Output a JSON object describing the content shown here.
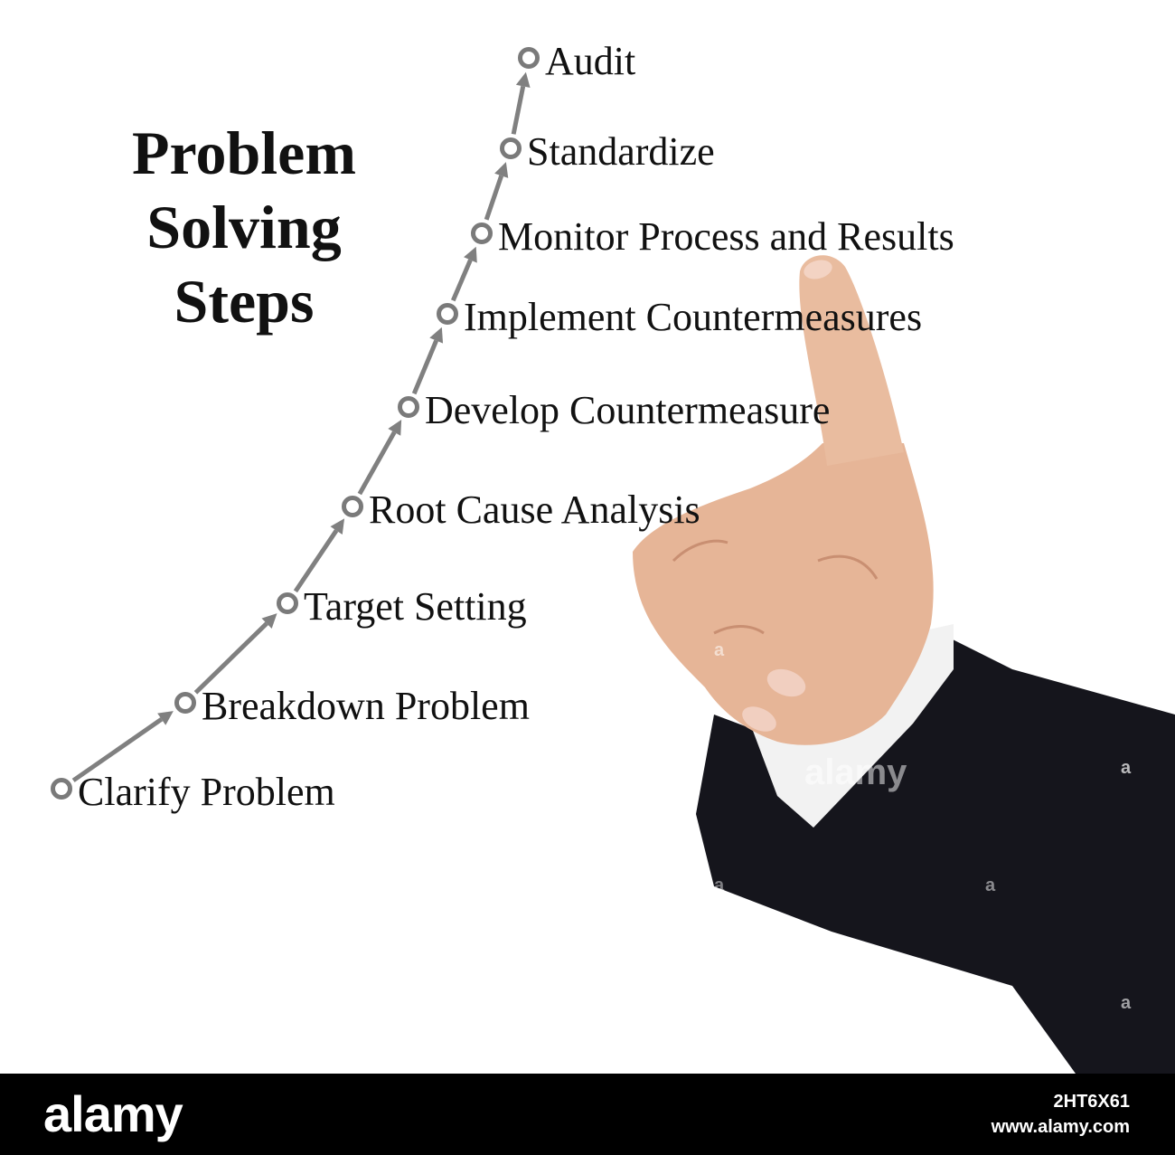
{
  "title": {
    "lines": [
      "Problem",
      "Solving",
      "Steps"
    ]
  },
  "steps": [
    {
      "label": "Clarify Problem"
    },
    {
      "label": "Breakdown Problem"
    },
    {
      "label": "Target Setting"
    },
    {
      "label": "Root Cause Analysis"
    },
    {
      "label": "Develop Countermeasure"
    },
    {
      "label": "Implement Countermeasures"
    },
    {
      "label": "Monitor Process and Results"
    },
    {
      "label": "Standardize"
    },
    {
      "label": "Audit"
    }
  ],
  "colors": {
    "text": "#111111",
    "node": "#7a7a7a",
    "arrow": "#808080",
    "footer": "#000000",
    "suit": "#15151c",
    "skin": "#e8b89a"
  },
  "footer": {
    "brand": "alamy",
    "image_id": "2HT6X61",
    "site": "www.alamy.com"
  }
}
